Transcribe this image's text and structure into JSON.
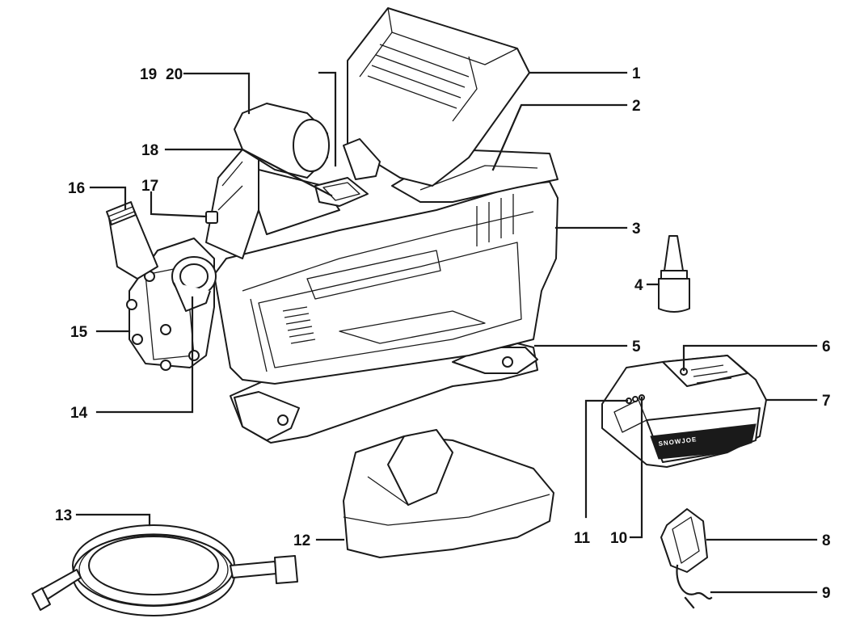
{
  "callouts": [
    {
      "id": "c1",
      "text": "1"
    },
    {
      "id": "c2",
      "text": "2"
    },
    {
      "id": "c3",
      "text": "3"
    },
    {
      "id": "c4",
      "text": "4"
    },
    {
      "id": "c5",
      "text": "5"
    },
    {
      "id": "c6",
      "text": "6"
    },
    {
      "id": "c7",
      "text": "7"
    },
    {
      "id": "c8",
      "text": "8"
    },
    {
      "id": "c9",
      "text": "9"
    },
    {
      "id": "c10",
      "text": "10"
    },
    {
      "id": "c11",
      "text": "11"
    },
    {
      "id": "c12",
      "text": "12"
    },
    {
      "id": "c13",
      "text": "13"
    },
    {
      "id": "c14",
      "text": "14"
    },
    {
      "id": "c15",
      "text": "15"
    },
    {
      "id": "c16",
      "text": "16"
    },
    {
      "id": "c17",
      "text": "17"
    },
    {
      "id": "c18",
      "text": "18"
    },
    {
      "id": "c19",
      "text": "19"
    },
    {
      "id": "c20",
      "text": "20"
    }
  ],
  "battery_brand": "SNOWJOE"
}
